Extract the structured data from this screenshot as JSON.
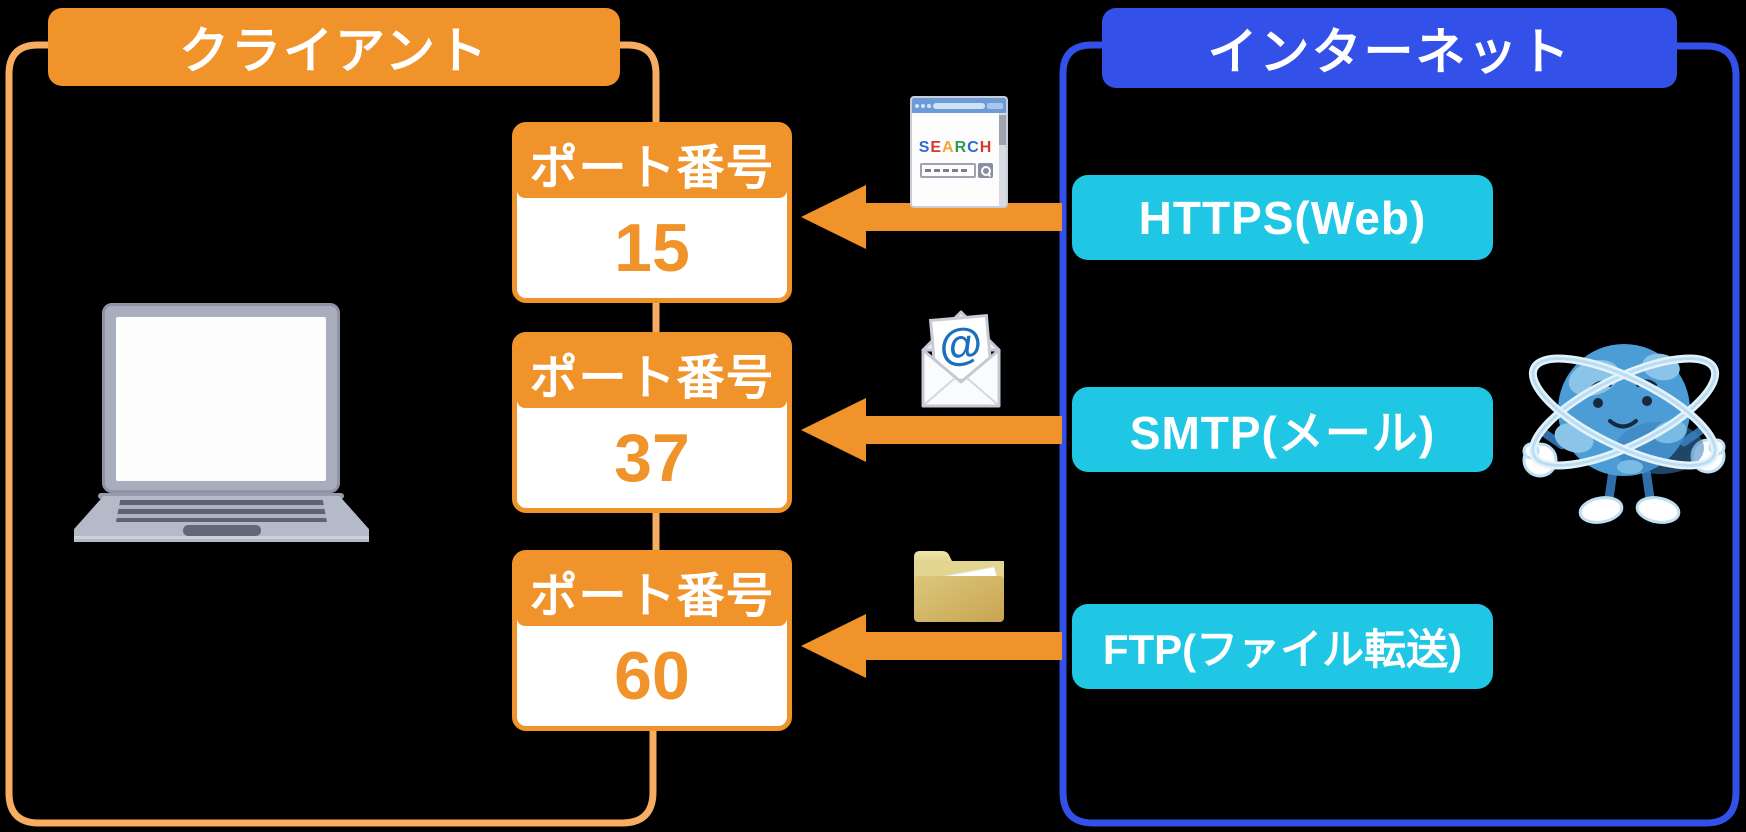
{
  "diagram": {
    "client": {
      "title": "クライアント"
    },
    "internet": {
      "title": "インターネット"
    },
    "rows": [
      {
        "port_label": "ポート番号",
        "port_value": "15",
        "service": "HTTPS(Web)",
        "icon": "browser-search-icon"
      },
      {
        "port_label": "ポート番号",
        "port_value": "37",
        "service": "SMTP(メール)",
        "icon": "email-icon"
      },
      {
        "port_label": "ポート番号",
        "port_value": "60",
        "service": "FTP(ファイル転送)",
        "icon": "folder-icon"
      }
    ]
  },
  "icons": {
    "browser": {
      "letters": [
        {
          "ch": "S",
          "color": "#2E6BD0"
        },
        {
          "ch": "E",
          "color": "#D6392E"
        },
        {
          "ch": "A",
          "color": "#F2A72E"
        },
        {
          "ch": "R",
          "color": "#2E9E4C"
        },
        {
          "ch": "C",
          "color": "#2E6BD0"
        },
        {
          "ch": "H",
          "color": "#D6392E"
        }
      ]
    },
    "email": {
      "at_symbol": "@"
    }
  },
  "colors": {
    "background": "#000000",
    "orange_accent": "#F0932A",
    "orange_container_line": "#F6AC61",
    "blue_accent": "#3350E8",
    "cyan_accent": "#1FC7E4",
    "port_value_color": "#F0932A",
    "text_on_accent": "#FFFFFF"
  }
}
